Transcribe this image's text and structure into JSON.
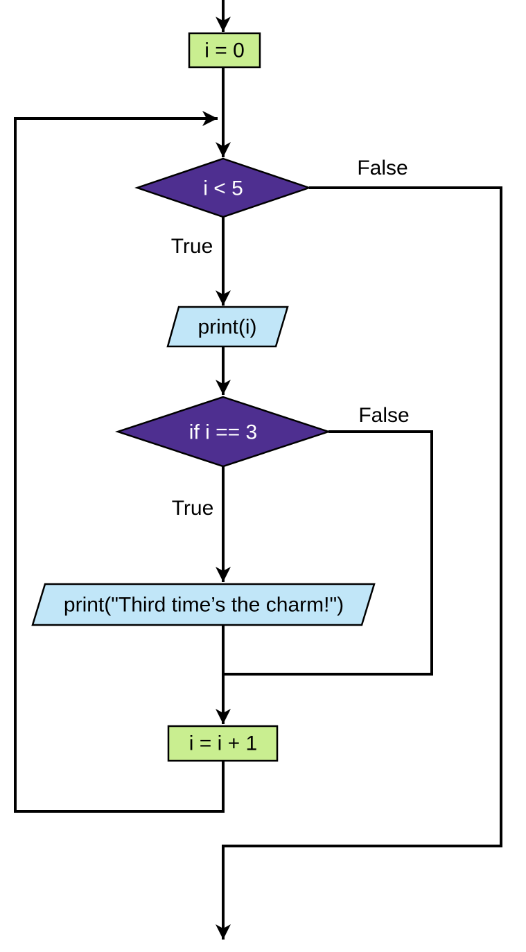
{
  "diagram": {
    "type": "flowchart",
    "colors": {
      "background": "#ffffff",
      "process_fill": "#c9ee90",
      "decision_fill": "#4e2f90",
      "io_fill": "#c1e6f8",
      "line": "#000000",
      "decision_text": "#ffffff",
      "node_text": "#000000"
    },
    "nodes": {
      "init": {
        "shape": "rectangle",
        "label": "i = 0"
      },
      "loop_cond": {
        "shape": "diamond",
        "label": "i < 5"
      },
      "print_i": {
        "shape": "parallelogram",
        "label": "print(i)"
      },
      "if_cond": {
        "shape": "diamond",
        "label": "if i == 3"
      },
      "print_msg": {
        "shape": "parallelogram",
        "label": "print(\"Third time’s the charm!\")"
      },
      "increment": {
        "shape": "rectangle",
        "label": "i = i + 1"
      }
    },
    "edge_labels": {
      "loop_true": "True",
      "loop_false": "False",
      "if_true": "True",
      "if_false": "False"
    }
  }
}
